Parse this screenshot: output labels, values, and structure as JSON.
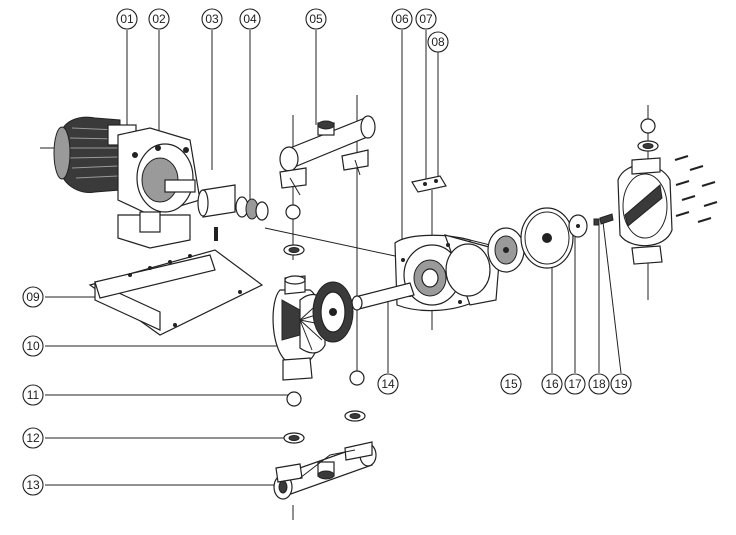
{
  "callouts": {
    "c01": "01",
    "c02": "02",
    "c03": "03",
    "c04": "04",
    "c05": "05",
    "c06": "06",
    "c07": "07",
    "c08": "08",
    "c09": "09",
    "c10": "10",
    "c11": "11",
    "c12": "12",
    "c13": "13",
    "c14": "14",
    "c15": "15",
    "c16": "16",
    "c17": "17",
    "c18": "18",
    "c19": "19"
  },
  "colors": {
    "line": "#222222",
    "dark_fill": "#3a3a3a",
    "grey_fill": "#9a9a9a",
    "background": "#ffffff"
  }
}
